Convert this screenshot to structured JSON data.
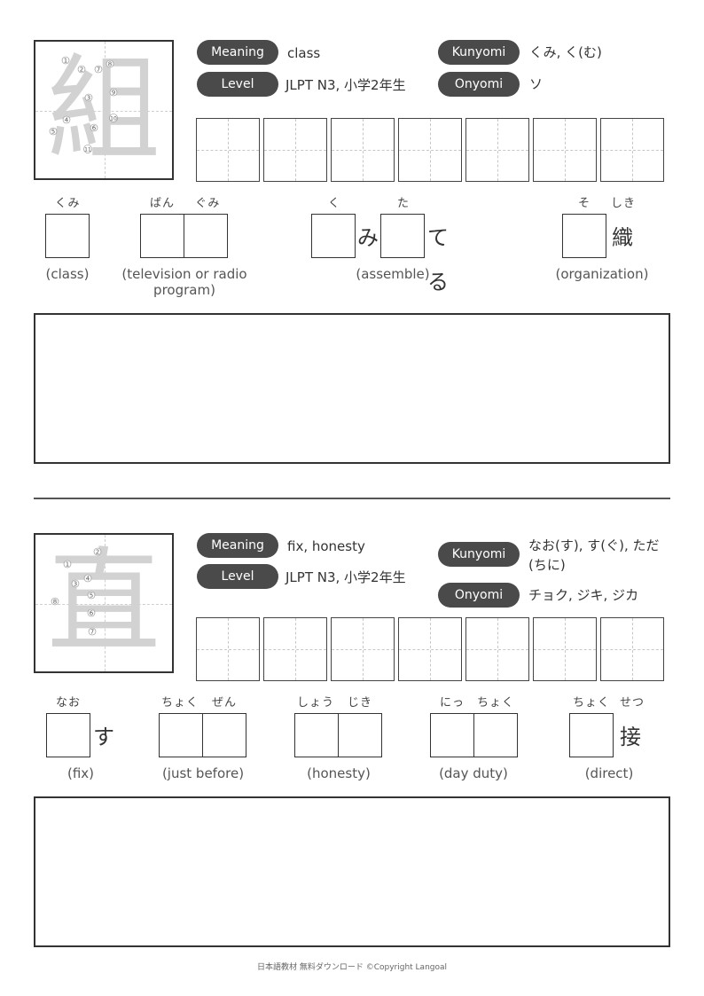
{
  "labels": {
    "meaning": "Meaning",
    "level": "Level",
    "kunyomi": "Kunyomi",
    "onyomi": "Onyomi"
  },
  "kanji1": {
    "character": "組",
    "meaning": "class",
    "level": "JLPT N3, 小学2年生",
    "kunyomi": "くみ, く(む)",
    "onyomi": "ソ",
    "stroke_numbers": [
      "1",
      "2",
      "3",
      "4",
      "5",
      "6",
      "7",
      "8",
      "9",
      "10",
      "11"
    ],
    "vocab": [
      {
        "readings": [
          "くみ"
        ],
        "kana": [],
        "gloss": "(class)"
      },
      {
        "readings": [
          "ばん",
          "ぐみ"
        ],
        "kana": [],
        "gloss": "(television or radio program)"
      },
      {
        "readings": [
          "く",
          "た"
        ],
        "kana": [
          "み",
          "てる"
        ],
        "gloss": "(assemble)"
      },
      {
        "readings": [
          "そ",
          "しき"
        ],
        "kana": [
          "織"
        ],
        "gloss": "(organization)"
      }
    ]
  },
  "kanji2": {
    "character": "直",
    "meaning": "fix, honesty",
    "level": "JLPT N3, 小学2年生",
    "kunyomi": "なお(す), す(ぐ), ただ(ちに)",
    "onyomi": "チョク, ジキ, ジカ",
    "stroke_numbers": [
      "1",
      "2",
      "3",
      "4",
      "5",
      "6",
      "7",
      "8"
    ],
    "vocab": [
      {
        "readings": [
          "なお"
        ],
        "kana": [
          "す"
        ],
        "gloss": "(fix)"
      },
      {
        "readings": [
          "ちょく",
          "ぜん"
        ],
        "kana": [],
        "gloss": "(just before)"
      },
      {
        "readings": [
          "しょう",
          "じき"
        ],
        "kana": [],
        "gloss": "(honesty)"
      },
      {
        "readings": [
          "にっ",
          "ちょく"
        ],
        "kana": [],
        "gloss": "(day duty)"
      },
      {
        "readings": [
          "ちょく",
          "せつ"
        ],
        "kana": [
          "接"
        ],
        "gloss": "(direct)"
      }
    ]
  },
  "footer": "日本語教材 無料ダウンロード ©Copyright Langoal"
}
